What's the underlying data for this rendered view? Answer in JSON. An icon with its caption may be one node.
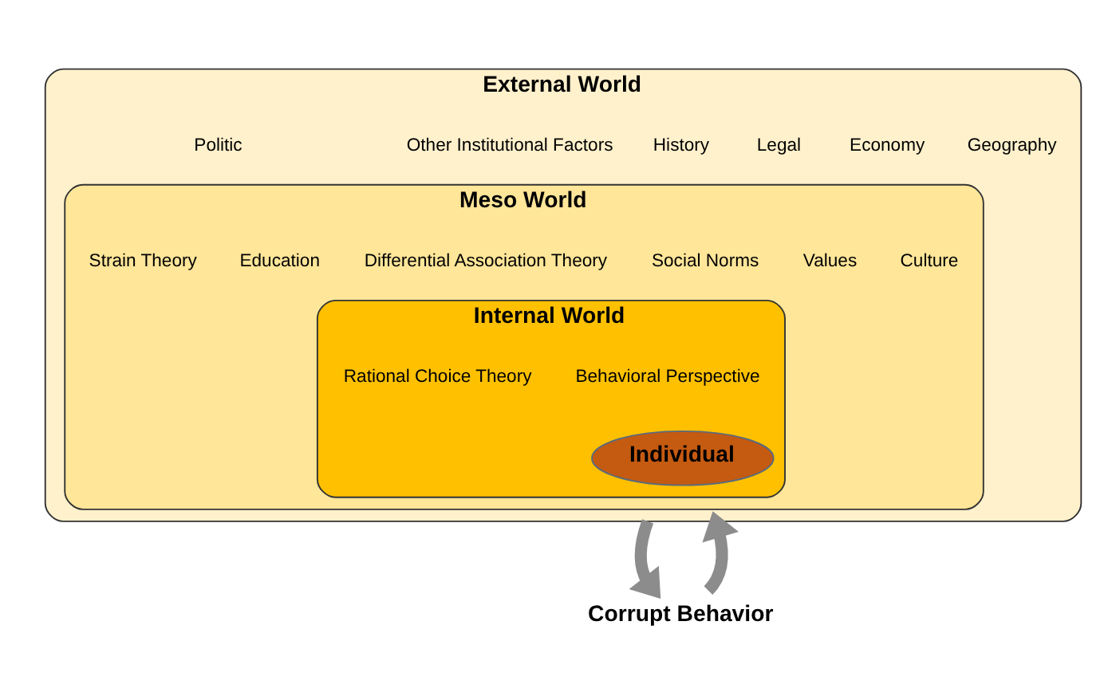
{
  "diagram": {
    "nodes": [
      {
        "text": [
          "External World",
          "Politic",
          "Other Institutional Factors",
          "History",
          "Legal",
          "Economy",
          "Geography"
        ]
      },
      {
        "text": [
          "Meso World",
          "Strain Theory",
          "Education",
          "Differential Association Theory",
          "Social Norms",
          "Values",
          "Culture"
        ],
        "in": 0
      },
      {
        "text": [
          "Internal World",
          "Rational Choice Theory",
          "Behavioral Perspective"
        ],
        "in": 1
      },
      {
        "text": [
          "Individual"
        ],
        "in": 2
      },
      {
        "text": [
          "Corrupt Behavior"
        ]
      }
    ],
    "edges": [
      {
        "from": 0,
        "to": 4,
        "arrow": "to"
      },
      {
        "from": 4,
        "to": 0,
        "arrow": "to"
      }
    ]
  }
}
